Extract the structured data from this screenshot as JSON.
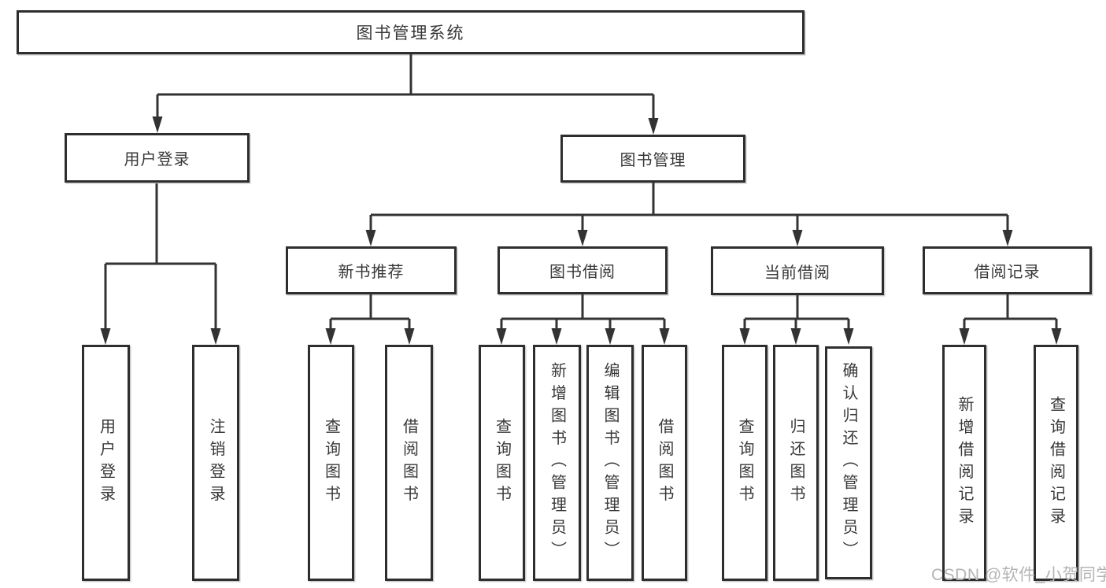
{
  "diagram": {
    "title": "图书管理系统",
    "root": {
      "label": "图书管理系统"
    },
    "level2": [
      {
        "id": "user-login",
        "label": "用户登录"
      },
      {
        "id": "book-management",
        "label": "图书管理"
      }
    ],
    "level3": [
      {
        "id": "new-book-recommend",
        "parent": "book-management",
        "label": "新书推荐"
      },
      {
        "id": "book-borrow",
        "parent": "book-management",
        "label": "图书借阅"
      },
      {
        "id": "current-borrow",
        "parent": "book-management",
        "label": "当前借阅"
      },
      {
        "id": "borrow-records",
        "parent": "book-management",
        "label": "借阅记录"
      }
    ],
    "leaves": [
      {
        "parent": "user-login",
        "label": "用户登录"
      },
      {
        "parent": "user-login",
        "label": "注销登录"
      },
      {
        "parent": "new-book-recommend",
        "label": "查询图书"
      },
      {
        "parent": "new-book-recommend",
        "label": "借阅图书"
      },
      {
        "parent": "book-borrow",
        "label": "查询图书"
      },
      {
        "parent": "book-borrow",
        "label": "新增图书（管理员）"
      },
      {
        "parent": "book-borrow",
        "label": "编辑图书（管理员）"
      },
      {
        "parent": "book-borrow",
        "label": "借阅图书"
      },
      {
        "parent": "current-borrow",
        "label": "查询图书"
      },
      {
        "parent": "current-borrow",
        "label": "归还图书"
      },
      {
        "parent": "current-borrow",
        "label": "确认归还（管理员）"
      },
      {
        "parent": "borrow-records",
        "label": "新增借阅记录"
      },
      {
        "parent": "borrow-records",
        "label": "查询借阅记录"
      }
    ]
  },
  "watermark": {
    "text": "CSDN @软件_小贺同学"
  },
  "colors": {
    "line": "#333333",
    "border": "#2e2e2e",
    "text": "#383838",
    "box_background": "#ffffff",
    "page_background": "#ffffff",
    "watermark": "#b4b4b4"
  }
}
